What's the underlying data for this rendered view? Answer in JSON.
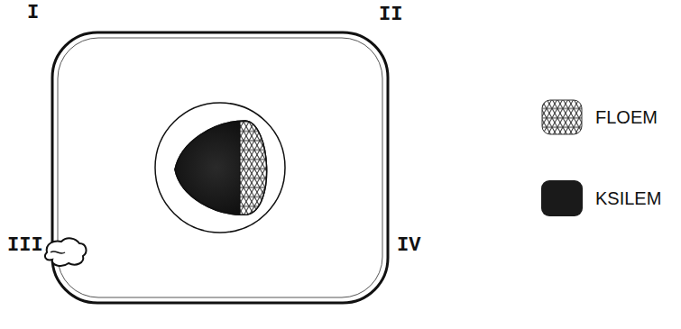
{
  "diagram": {
    "labels": [
      "I",
      "II",
      "III",
      "IV"
    ],
    "legend": [
      {
        "text": "FLOEM"
      },
      {
        "text": "KSILEM",
        "color": "#1a1a1a"
      }
    ]
  }
}
